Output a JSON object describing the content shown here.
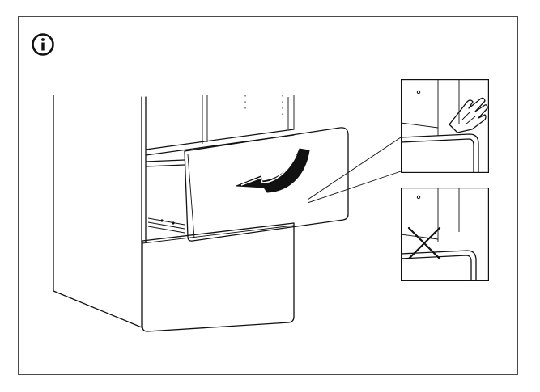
{
  "instruction_sheet": {
    "notice_icon": "information-icon",
    "steps": [
      {
        "name": "lift-drawer-front",
        "motion_icon": "curved-arrow-icon"
      },
      {
        "name": "correct-grip",
        "status": "correct",
        "icon": "hand-grip-icon"
      },
      {
        "name": "wrong-grip",
        "status": "wrong",
        "icon": "cross-mark-icon"
      }
    ]
  },
  "colors": {
    "line": "#111111",
    "frame": "#4a4a4a",
    "background": "#ffffff",
    "arrow_fill": "#111111"
  }
}
